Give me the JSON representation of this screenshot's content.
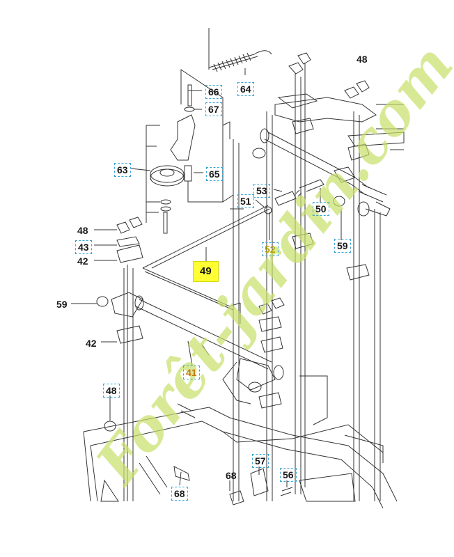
{
  "labels": [
    {
      "id": "48a",
      "text": "48"
    },
    {
      "id": "64",
      "text": "64"
    },
    {
      "id": "66",
      "text": "66"
    },
    {
      "id": "67",
      "text": "67"
    },
    {
      "id": "63",
      "text": "63"
    },
    {
      "id": "65",
      "text": "65"
    },
    {
      "id": "53",
      "text": "53"
    },
    {
      "id": "51",
      "text": "51"
    },
    {
      "id": "50",
      "text": "50"
    },
    {
      "id": "52",
      "text": "52"
    },
    {
      "id": "59a",
      "text": "59"
    },
    {
      "id": "48b",
      "text": "48"
    },
    {
      "id": "43",
      "text": "43"
    },
    {
      "id": "42a",
      "text": "42"
    },
    {
      "id": "49",
      "text": "49"
    },
    {
      "id": "59b",
      "text": "59"
    },
    {
      "id": "42b",
      "text": "42"
    },
    {
      "id": "41",
      "text": "41"
    },
    {
      "id": "48c",
      "text": "48"
    },
    {
      "id": "57",
      "text": "57"
    },
    {
      "id": "56",
      "text": "56"
    },
    {
      "id": "68a",
      "text": "68"
    },
    {
      "id": "68b",
      "text": "68"
    }
  ],
  "colors": {
    "label_box": "#3aa6d6",
    "highlight": "#ffff33",
    "watermark_green": "#c8e06a",
    "watermark_orange": "#e8c89a",
    "line": "#333333"
  },
  "watermark": "Forêt-jardin.com"
}
